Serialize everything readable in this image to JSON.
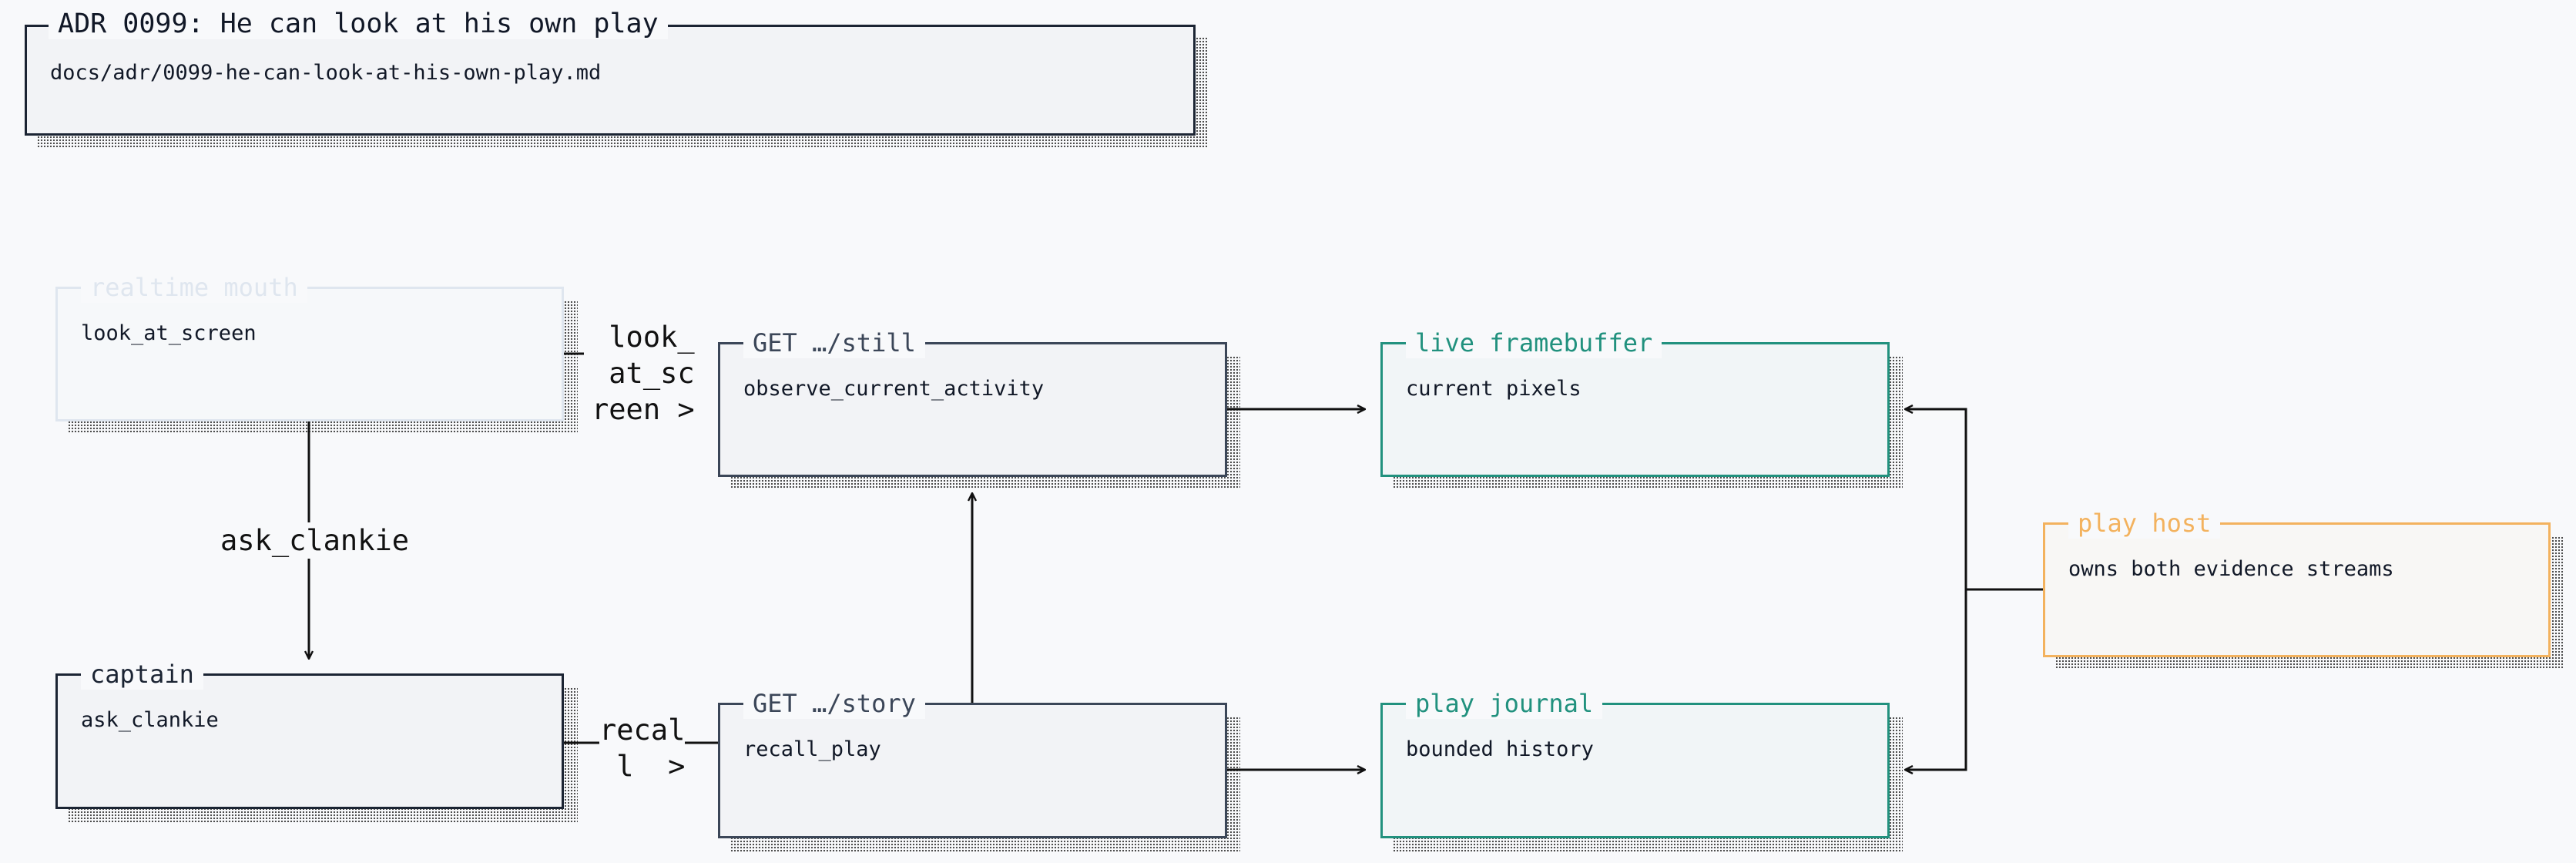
{
  "colors": {
    "dark": "#1b2433",
    "slate": "#3b4658",
    "muted": "#dfe6ef",
    "teal": "#21917e",
    "orange": "#f3b25e",
    "edge": "#111111"
  },
  "header": {
    "title": "ADR 0099: He can look at his own play",
    "path": "docs/adr/0099-he-can-look-at-his-own-play.md"
  },
  "nodes": {
    "realtime_mouth": {
      "title": "realtime mouth",
      "body": "look_at_screen"
    },
    "captain": {
      "title": "captain",
      "body": "ask_clankie"
    },
    "get_still": {
      "title": "GET …/still",
      "body": "observe_current_activity"
    },
    "get_story": {
      "title": "GET …/story",
      "body": "recall_play"
    },
    "live_framebuffer": {
      "title": "live framebuffer",
      "body": "current pixels"
    },
    "play_journal": {
      "title": "play journal",
      "body": "bounded history"
    },
    "play_host": {
      "title": "play host",
      "body": "owns both evidence streams"
    }
  },
  "edges": {
    "look_at_screen_label": "look_\nat_sc\nreen >",
    "ask_clankie_label": "ask_clankie",
    "recall_label": "recal\nl  >"
  }
}
